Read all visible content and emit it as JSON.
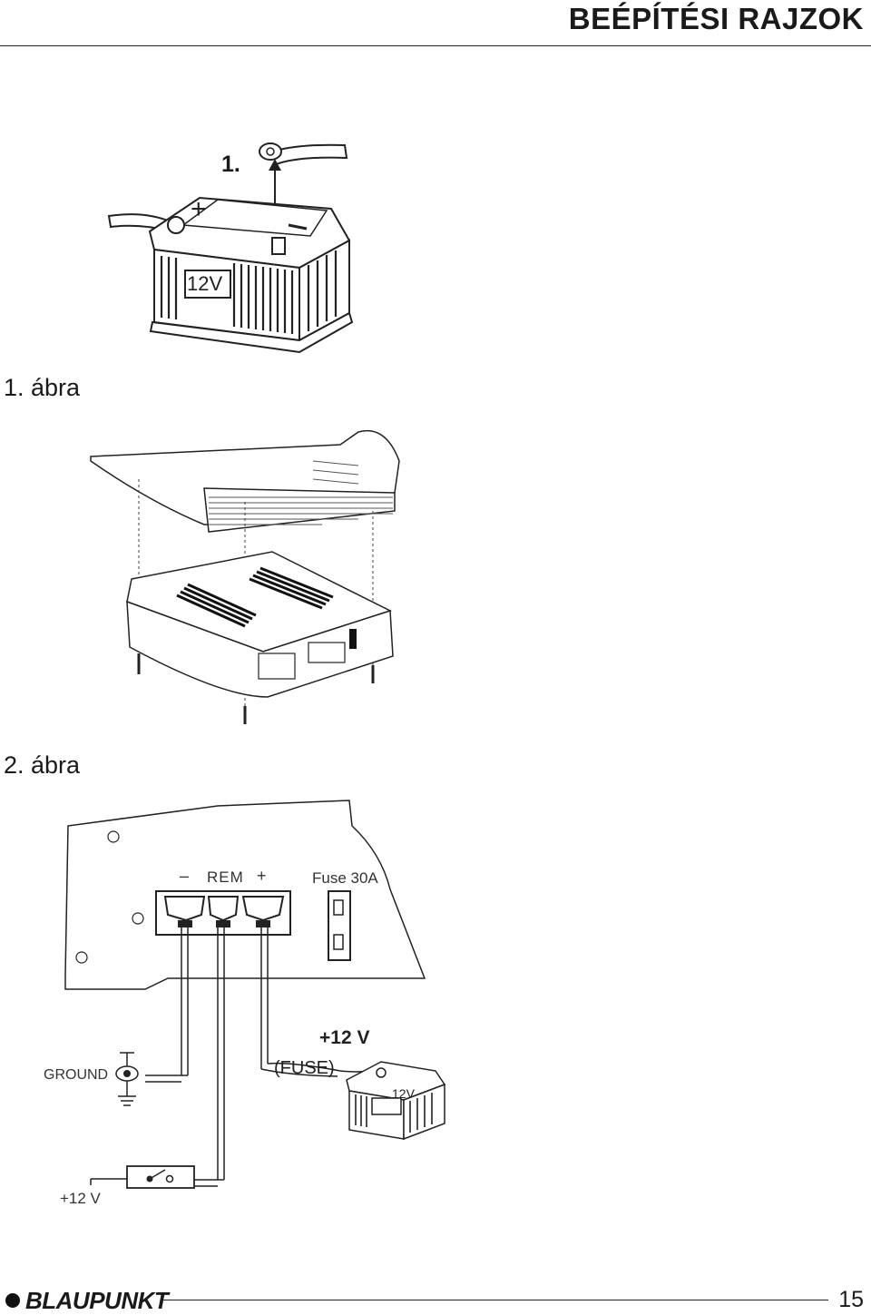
{
  "header": {
    "title": "BEÉPÍTÉSI RAJZOK"
  },
  "figure1": {
    "label": "1.",
    "battery_label": "12V",
    "caption": "1. ábra"
  },
  "figure2": {
    "caption": "2. ábra"
  },
  "figure3": {
    "terminal_minus": "–",
    "terminal_rem": "REM",
    "terminal_plus": "+",
    "fuse_label": "Fuse 30A",
    "ground_label": "GROUND",
    "battery_voltage": "+12 V",
    "fuse_note": "(FUSE)",
    "battery_label": "12V",
    "switch_supply": "+12 V"
  },
  "footer": {
    "brand": "BLAUPUNKT",
    "page_number": "15"
  }
}
